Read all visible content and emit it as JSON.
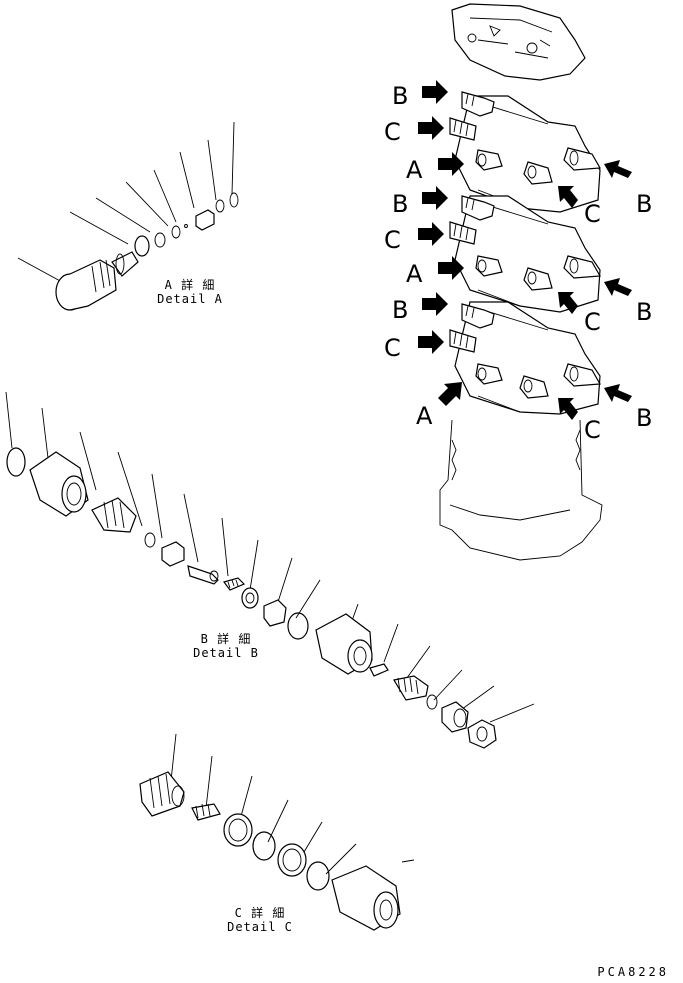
{
  "diagram": {
    "callout_letters": {
      "a": "A",
      "b": "B",
      "c": "C"
    },
    "detail_a": {
      "jp": "A 詳 細",
      "en": "Detail A"
    },
    "detail_b": {
      "jp": "B 詳 細",
      "en": "Detail B"
    },
    "detail_c": {
      "jp": "C 詳 細",
      "en": "Detail C"
    },
    "drawing_code": "PCA8228"
  }
}
